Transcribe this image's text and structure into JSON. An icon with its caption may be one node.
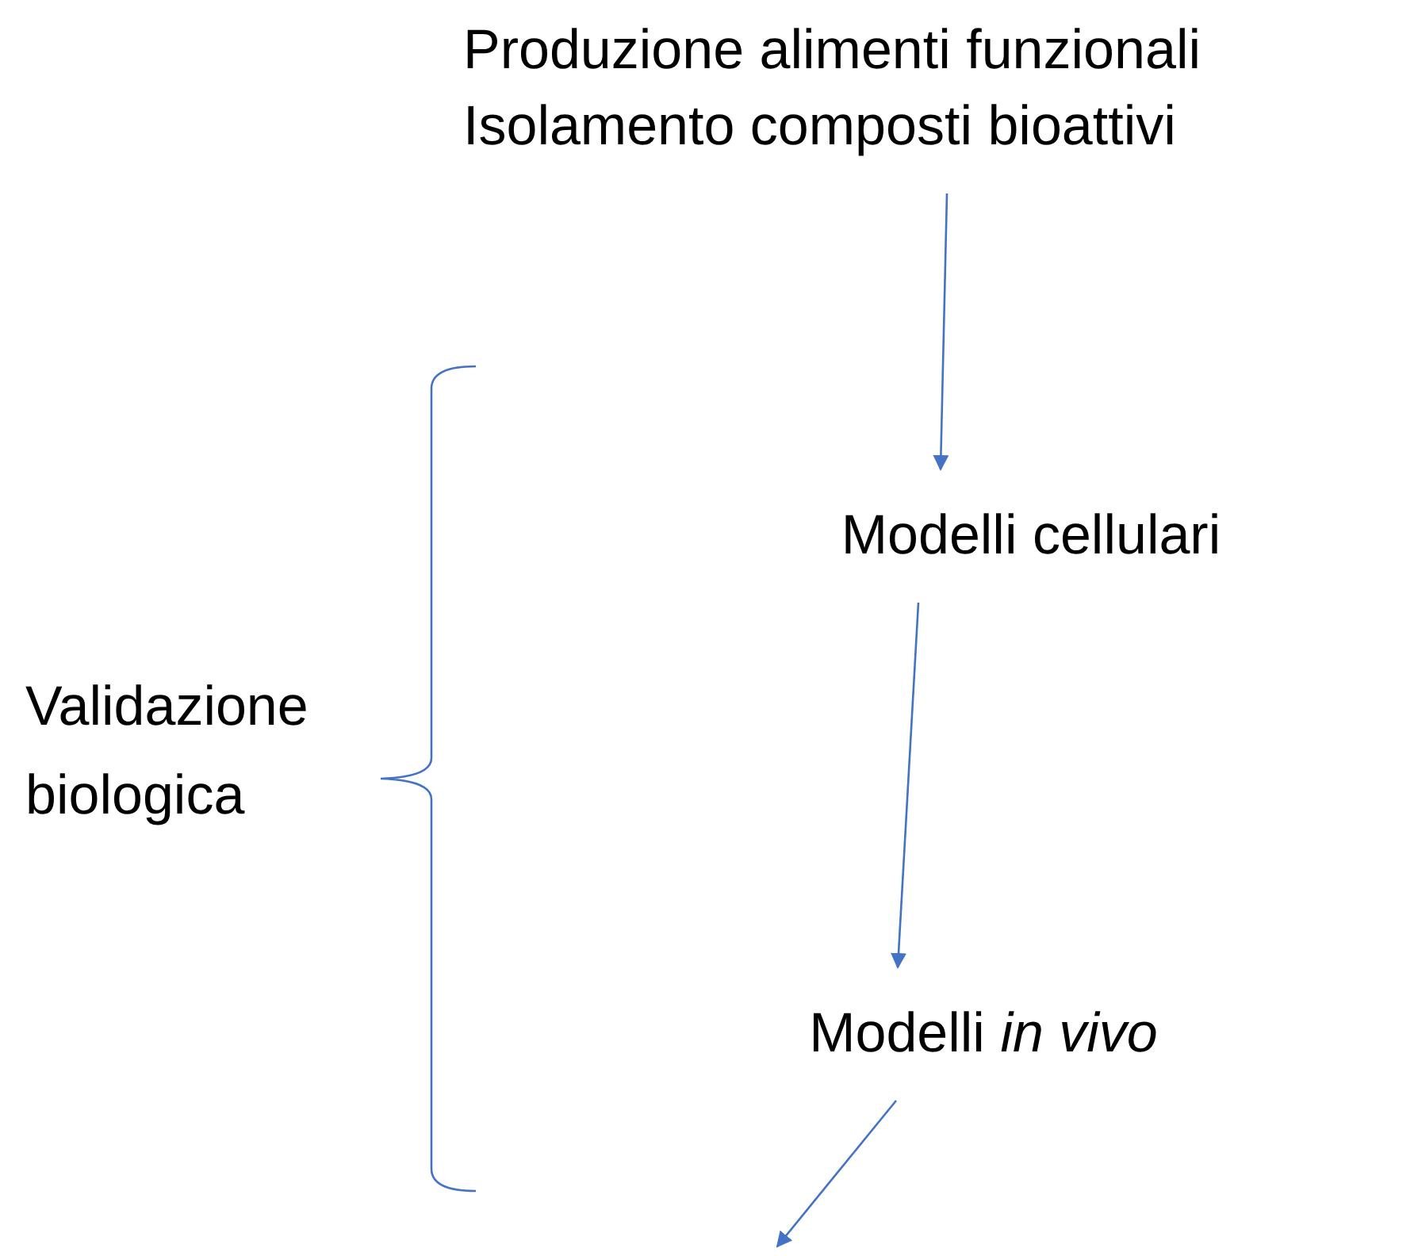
{
  "diagram": {
    "nodes": [
      {
        "text": [
          "Produzione alimenti funzionali",
          "Isolamento composti bioattivi"
        ]
      },
      {
        "text": [
          "Modelli cellulari"
        ]
      },
      {
        "text": [
          "Modelli *in vivo*"
        ]
      }
    ],
    "edges": [
      {
        "from": 0,
        "to": 1,
        "arrow": "to"
      },
      {
        "from": 1,
        "to": 2,
        "arrow": "to"
      },
      {
        "from": 2,
        "to": null,
        "arrow": "to"
      }
    ],
    "labels": [
      "Validazione biologica"
    ]
  }
}
